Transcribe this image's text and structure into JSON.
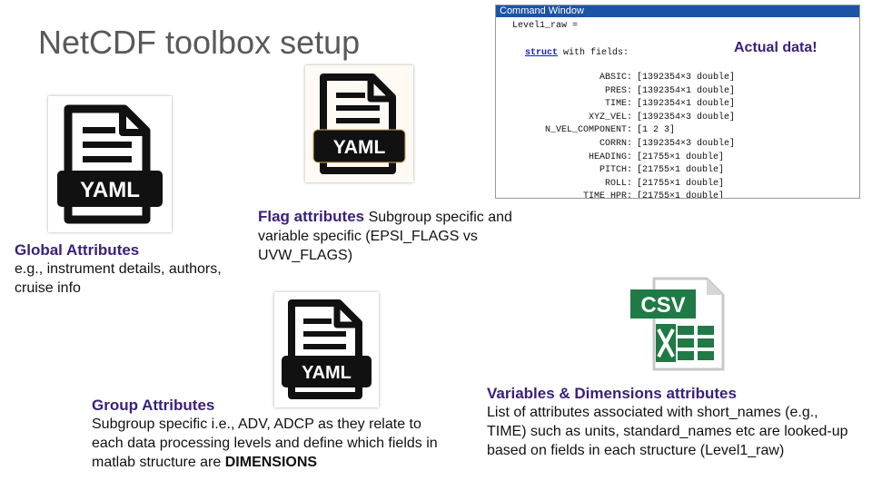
{
  "slide": {
    "title": "NetCDF toolbox setup"
  },
  "yaml_icon_label": "YAML",
  "global": {
    "heading": "Global Attributes",
    "body": "e.g., instrument details, authors, cruise info"
  },
  "flag": {
    "heading": "Flag attributes",
    "body": " Subgroup specific and variable specific (EPSI_FLAGS vs UVW_FLAGS)"
  },
  "group": {
    "heading": "Group Attributes",
    "body": "Subgroup specific i.e., ADV, ADCP as they relate to each data processing levels and define which fields in matlab structure are ",
    "emphasis": "DIMENSIONS"
  },
  "vars": {
    "heading": "Variables & Dimensions attributes",
    "body": "List of attributes associated with short_names (e.g., TIME) such as units, standard_names etc are looked-up based on fields in each structure (Level1_raw)"
  },
  "csv_icon_label": "CSV",
  "command_window": {
    "title": "Command Window",
    "variable_line": "Level1_raw =",
    "struct_keyword": "struct",
    "struct_rest": " with fields:",
    "annotation": "Actual data!",
    "fields": [
      {
        "name": "ABSIC:",
        "value": "[1392354×3 double]"
      },
      {
        "name": "PRES:",
        "value": "[1392354×1 double]"
      },
      {
        "name": "TIME:",
        "value": "[1392354×1 double]"
      },
      {
        "name": "XYZ_VEL:",
        "value": "[1392354×3 double]"
      },
      {
        "name": "N_VEL_COMPONENT:",
        "value": "[1 2 3]"
      },
      {
        "name": "CORRN:",
        "value": "[1392354×3 double]"
      },
      {
        "name": "HEADING:",
        "value": "[21755×1 double]"
      },
      {
        "name": "PITCH:",
        "value": "[21755×1 double]"
      },
      {
        "name": "ROLL:",
        "value": "[21755×1 double]"
      },
      {
        "name": "TIME_HPR:",
        "value": "[21755×1 double]"
      }
    ]
  },
  "colors": {
    "heading": "#3a1f7a",
    "title": "#595959",
    "titlebar": "#1c53a6",
    "csv_green": "#1f7a45"
  }
}
